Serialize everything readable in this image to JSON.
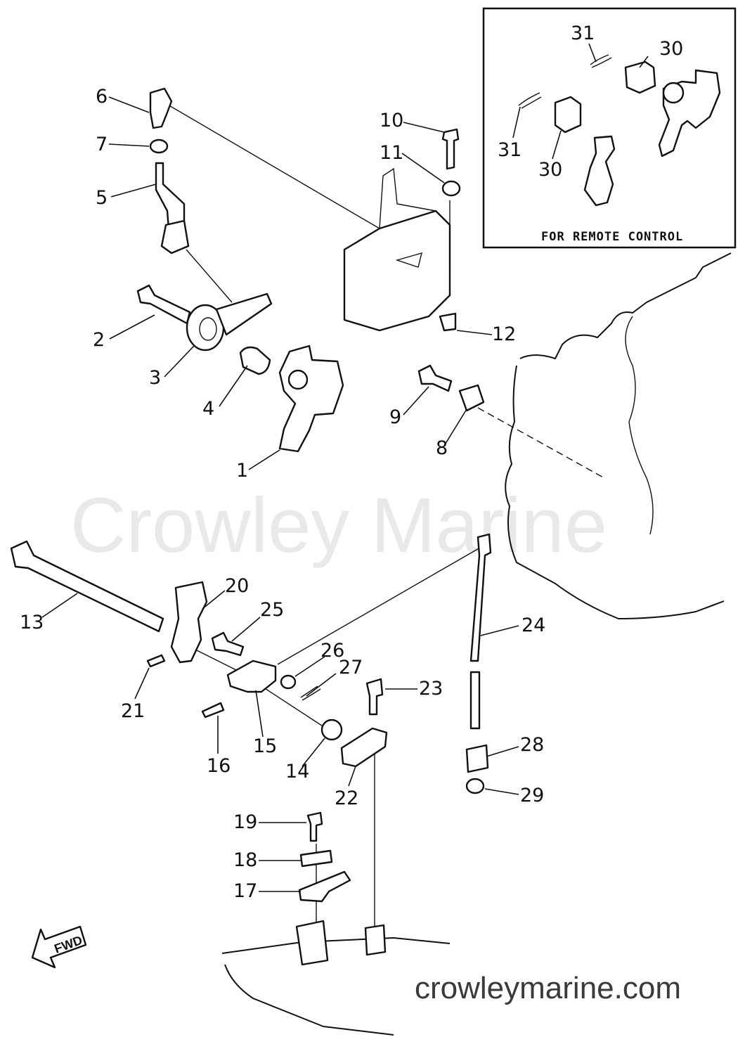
{
  "watermark": {
    "brand": "Crowley Marine",
    "site": "crowleymarine.com"
  },
  "inset": {
    "title": "FOR REMOTE CONTROL"
  },
  "direction": {
    "label": "FWD"
  },
  "labels": [
    "1",
    "2",
    "3",
    "4",
    "5",
    "6",
    "7",
    "8",
    "9",
    "10",
    "11",
    "12",
    "13",
    "14",
    "15",
    "16",
    "17",
    "18",
    "19",
    "20",
    "21",
    "22",
    "23",
    "24",
    "25",
    "26",
    "27",
    "28",
    "29",
    "30",
    "30",
    "31",
    "31"
  ]
}
